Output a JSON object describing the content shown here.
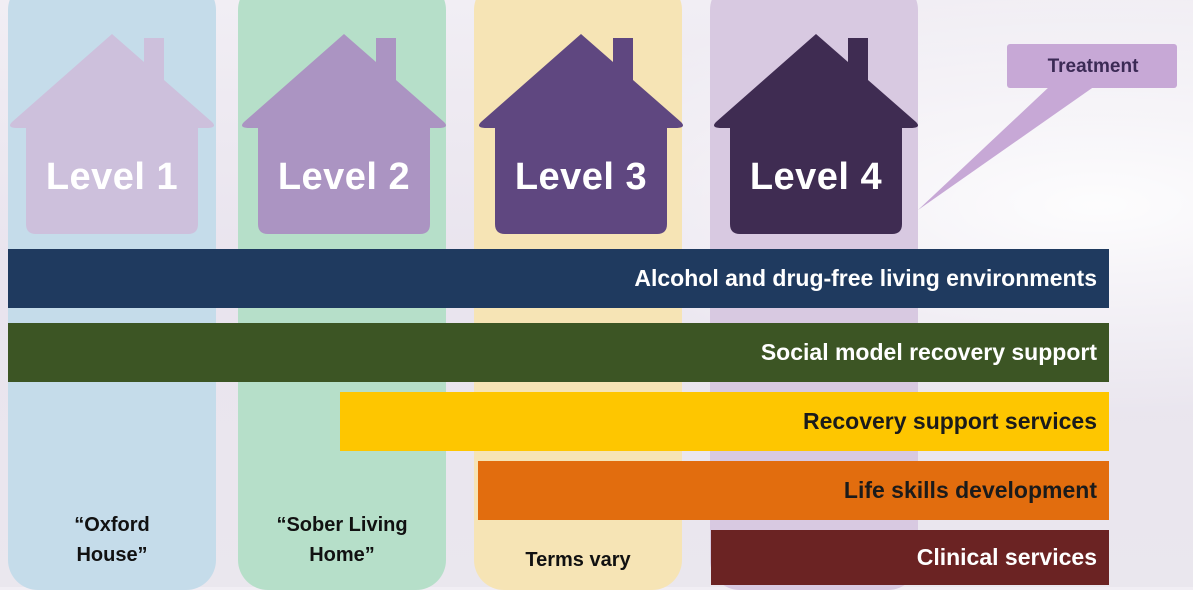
{
  "levels": [
    {
      "label": "Level 1",
      "column_color": "#c5dcea",
      "house_color": "#cdc0dc"
    },
    {
      "label": "Level 2",
      "column_color": "#b6dfc9",
      "house_color": "#ab94c2"
    },
    {
      "label": "Level 3",
      "column_color": "#f6e4b5",
      "house_color": "#5f4780"
    },
    {
      "label": "Level 4",
      "column_color": "#d8c9e1",
      "house_color": "#3f2c52"
    }
  ],
  "callout": {
    "label": "Treatment",
    "color": "#c7a8d6"
  },
  "bands": [
    {
      "label": "Alcohol and drug-free living environments",
      "color": "#1f3a5f"
    },
    {
      "label": "Social model recovery support",
      "color": "#3c5524"
    },
    {
      "label": "Recovery support services",
      "color": "#fec600"
    },
    {
      "label": "Life skills development",
      "color": "#e26d0e"
    },
    {
      "label": "Clinical services",
      "color": "#6b2323"
    }
  ],
  "captions": {
    "level1_line1": "“Oxford",
    "level1_line2": "House”",
    "level2_line1": "“Sober Living",
    "level2_line2": "Home”",
    "level3": "Terms vary"
  }
}
